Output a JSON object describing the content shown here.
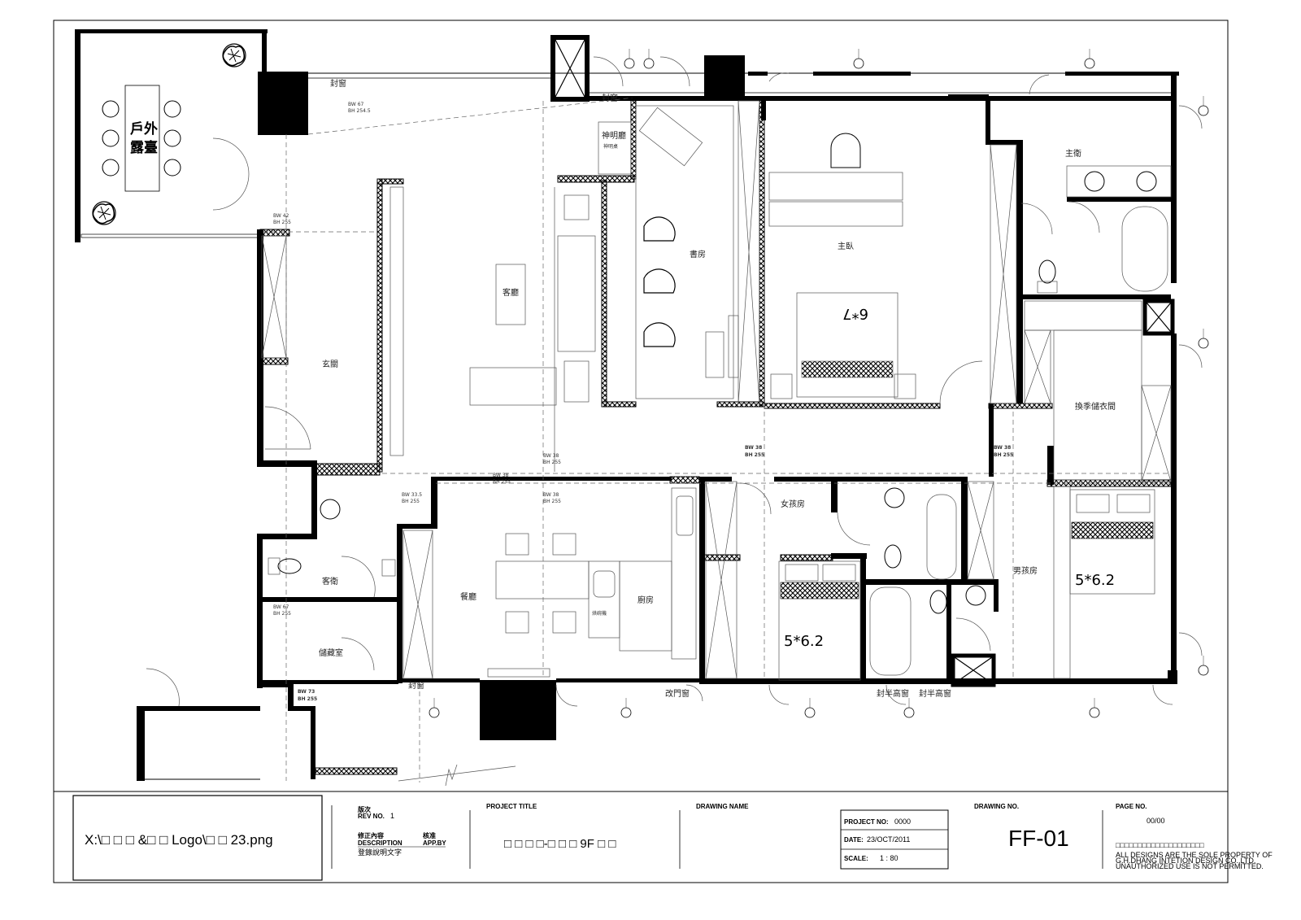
{
  "rooms": {
    "outdoor_line1": "戶外",
    "outdoor_line2": "露臺",
    "foyer": "玄關",
    "living": "客廳",
    "study": "書房",
    "shrine": "神明廳",
    "shrine_table": "神明桌",
    "master_bedroom": "主臥",
    "master_bath": "主衛",
    "closet": "換季儲衣間",
    "guest_bath": "客衛",
    "storage": "儲藏室",
    "dining": "餐廳",
    "kitchen": "廚房",
    "dishwasher": "烘碗機",
    "girl_room": "女孩房",
    "boy_room": "男孩房",
    "seal_top_1": "封窗",
    "seal_top_2": "封窗",
    "seal_bottom": "封窗",
    "relocate_door": "改門窗",
    "half_window_1": "封半高窗",
    "half_window_2": "封半高窗",
    "bed_size_1": "5*6.2",
    "bed_size_2": "5*6.2",
    "bed_size_3": "6*7"
  },
  "beam_labels": [
    {
      "bw": "BW 67",
      "bh": "BH 254.5"
    },
    {
      "bw": "BW 42",
      "bh": "BH 255"
    },
    {
      "bw": "BW 38",
      "bh": "BH 255"
    },
    {
      "bw": "BW 38",
      "bh": "BH 255"
    },
    {
      "bw": "BW 38",
      "bh": "BH 255"
    },
    {
      "bw": "BW 38",
      "bh": "BH 255"
    },
    {
      "bw": "BW 33.5",
      "bh": "BH 255"
    },
    {
      "bw": "BW 38",
      "bh": "BH 255"
    },
    {
      "bw": "BW 67",
      "bh": "BH 255"
    },
    {
      "bw": "BW 73",
      "bh": "BH 255"
    }
  ],
  "title_block": {
    "logo_path": "X:\\□ □ □ &□ □ Logo\\□ □ 23.png",
    "rev_label_cn": "版次",
    "rev_label_en": "REV NO.",
    "rev_no": "1",
    "desc_label_cn": "修正內容",
    "desc_label_en": "DESCRIPTION",
    "approve_label_cn": "核准",
    "approve_label_en": "APP.BY",
    "desc_value": "登錄說明文字",
    "project_title_label": "PROJECT TITLE",
    "project_title": "□ □ □ □-□ □ □ 9F □ □",
    "drawing_name_label": "DRAWING NAME",
    "project_no_label": "PROJECT NO:",
    "project_no": "0000",
    "date_label": "DATE:",
    "date": "23/OCT/2011",
    "scale_label": "SCALE:",
    "scale": "1 : 80",
    "drawing_no_label": "DRAWING NO.",
    "drawing_no": "FF-01",
    "page_no_label": "PAGE NO.",
    "page_no": "00/00",
    "copyright_boxes": "□□□□□□□□□□□□□□□□□□□□",
    "copyright_1": "ALL DESIGNS ARE THE SOLE PROPERTY OF",
    "copyright_2": "G.H.DHANG INTETION DESIGN CO.,LTD.",
    "copyright_3": "UNAUTHORIZED USE IS NOT PERMITTED."
  }
}
